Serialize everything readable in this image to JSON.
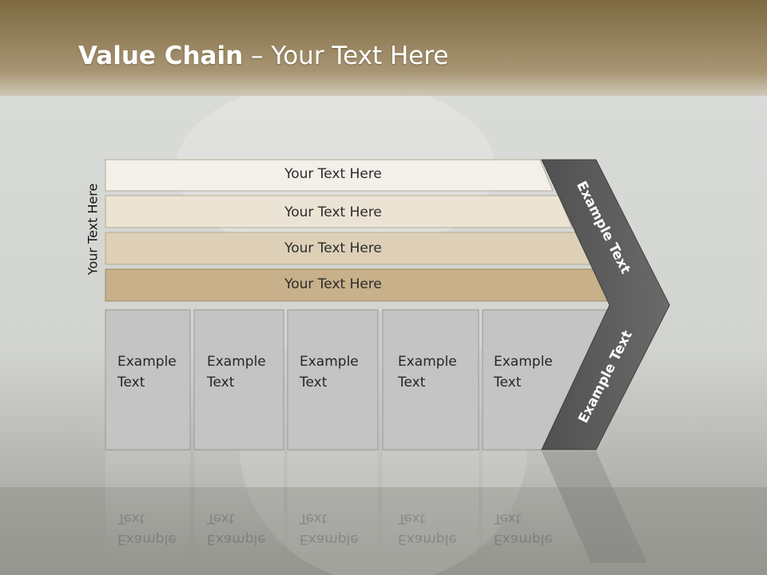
{
  "slide": {
    "title_bold": "Value Chain",
    "title_rest": " – Your Text Here",
    "side_label": "Your Text Here"
  },
  "bars": [
    {
      "label": "Your Text Here",
      "color": "#f3f0ea"
    },
    {
      "label": "Your Text Here",
      "color": "#ebe3d4"
    },
    {
      "label": "Your Text Here",
      "color": "#ddd0b7"
    },
    {
      "label": "Your Text Here",
      "color": "#c8b08a"
    }
  ],
  "boxes": [
    {
      "line1": "Example",
      "line2": "Text"
    },
    {
      "line1": "Example",
      "line2": "Text"
    },
    {
      "line1": "Example",
      "line2": "Text"
    },
    {
      "line1": "Example",
      "line2": "Text"
    },
    {
      "line1": "Example",
      "line2": "Text"
    }
  ],
  "chevron": {
    "upper_label": "Example Text",
    "lower_label": "Example Text",
    "color": "#5f5f5f"
  },
  "colors": {
    "header_band": "#8a7650",
    "box_fill": "#c4c4c4",
    "background": "#d9dbd7"
  }
}
